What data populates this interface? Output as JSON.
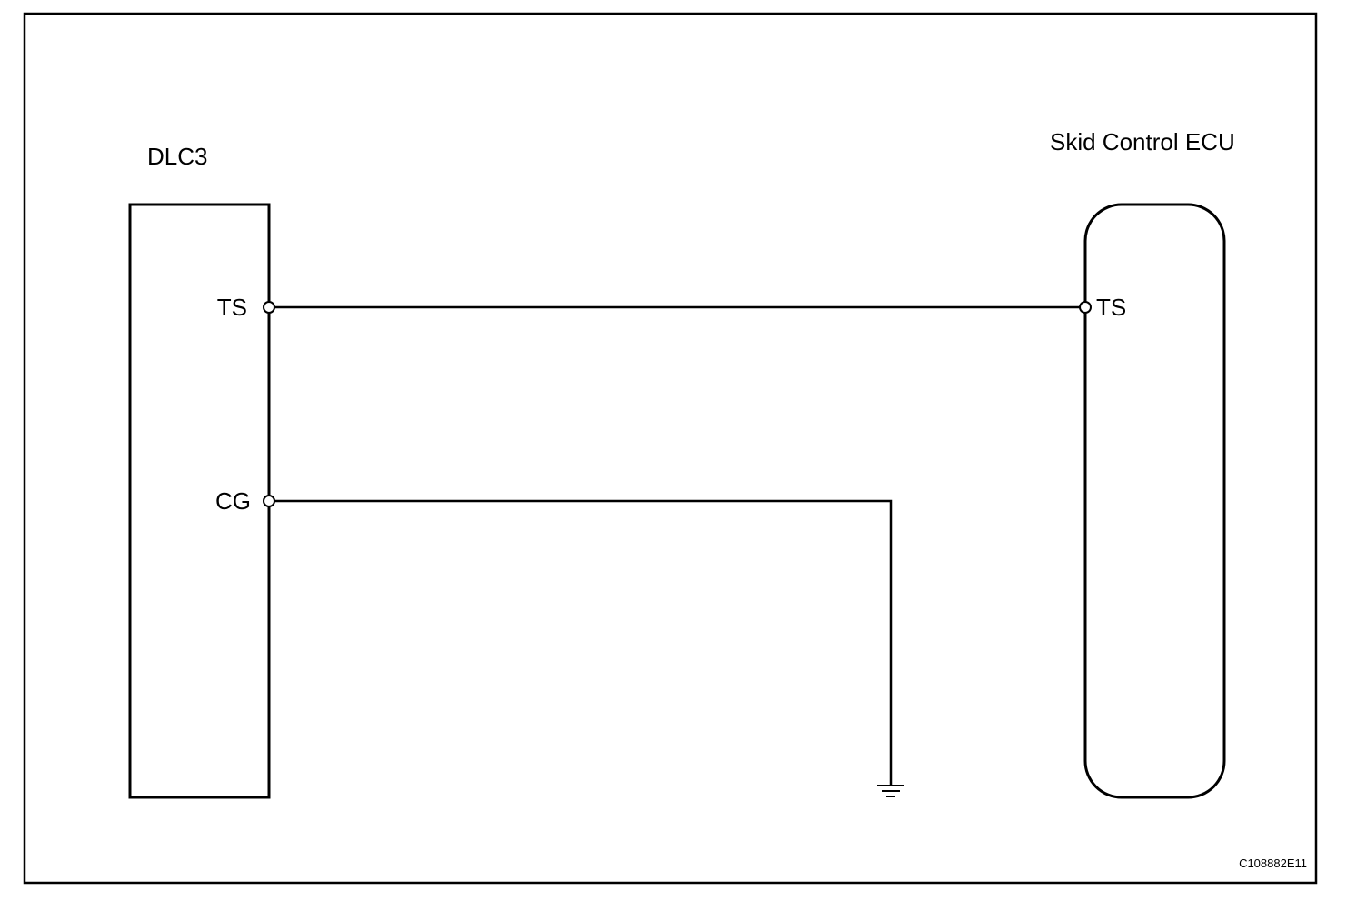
{
  "components": {
    "dlc3": {
      "name": "DLC3"
    },
    "ecu": {
      "name": "Skid Control ECU"
    }
  },
  "pins": {
    "dlc3_ts": "TS",
    "dlc3_cg": "CG",
    "ecu_ts": "TS"
  },
  "connections": [
    {
      "from": "DLC3.TS",
      "to": "Skid Control ECU.TS"
    },
    {
      "from": "DLC3.CG",
      "to": "ground"
    }
  ],
  "figure_code": "C108882E11",
  "colors": {
    "line": "#000000",
    "background": "#ffffff"
  }
}
